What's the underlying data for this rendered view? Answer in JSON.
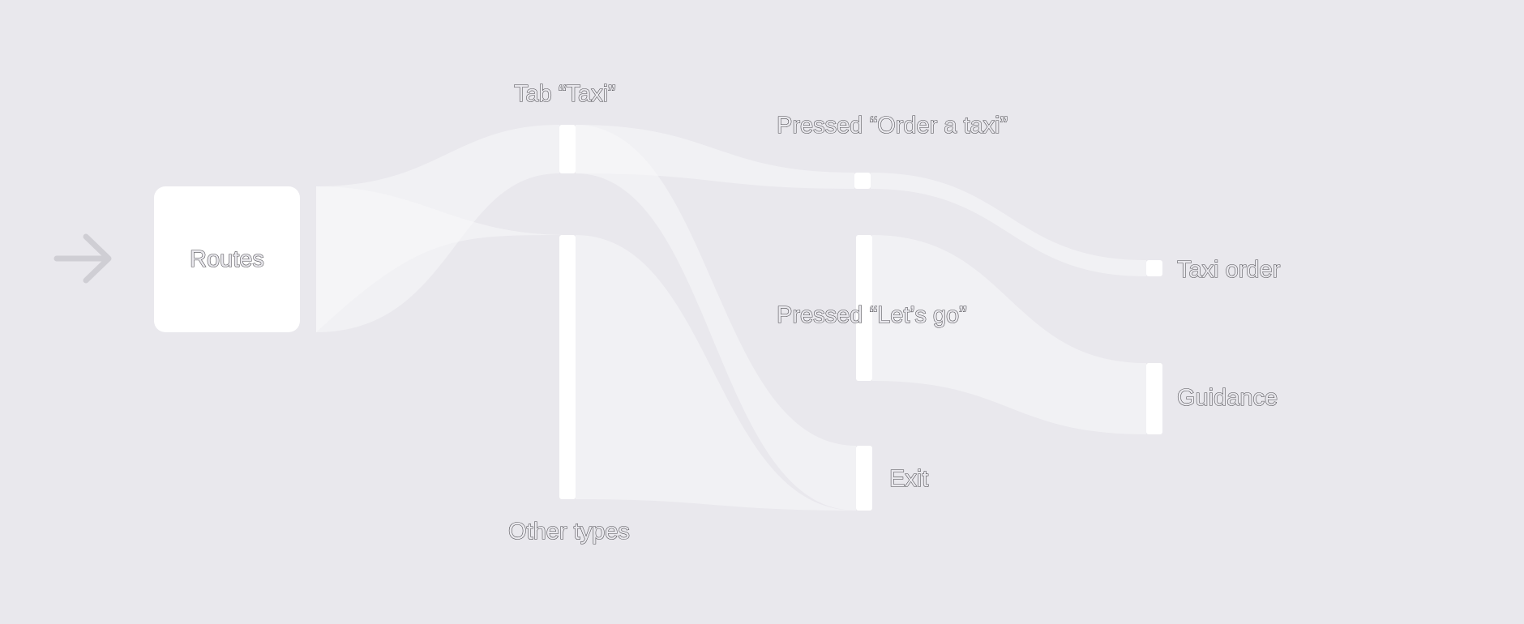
{
  "diagram": {
    "type": "sankey",
    "colors": {
      "background": "#e9e8ed",
      "node": "#ffffff",
      "flow": "#f6f6f8",
      "arrow": "#cfced4",
      "label_outline": "#47464b"
    },
    "entry_arrow_icon": "arrow-right-icon",
    "nodes": {
      "routes": {
        "label": "Routes"
      },
      "tab_taxi": {
        "label": "Tab “Taxi”"
      },
      "other_types": {
        "label": "Other types"
      },
      "pressed_order_taxi": {
        "label": "Pressed “Order a taxi”"
      },
      "pressed_lets_go": {
        "label": "Pressed “Let’s go”"
      },
      "exit": {
        "label": "Exit"
      },
      "taxi_order": {
        "label": "Taxi order"
      },
      "guidance": {
        "label": "Guidance"
      }
    },
    "links": [
      {
        "from": "routes",
        "to": "tab_taxi"
      },
      {
        "from": "routes",
        "to": "pressed_lets_go"
      },
      {
        "from": "routes",
        "to": "other_types"
      },
      {
        "from": "tab_taxi",
        "to": "pressed_order_taxi"
      },
      {
        "from": "tab_taxi",
        "to": "exit"
      },
      {
        "from": "other_types",
        "to": "guidance"
      },
      {
        "from": "other_types",
        "to": "exit"
      },
      {
        "from": "pressed_order_taxi",
        "to": "taxi_order"
      },
      {
        "from": "pressed_lets_go",
        "to": "guidance"
      }
    ]
  }
}
